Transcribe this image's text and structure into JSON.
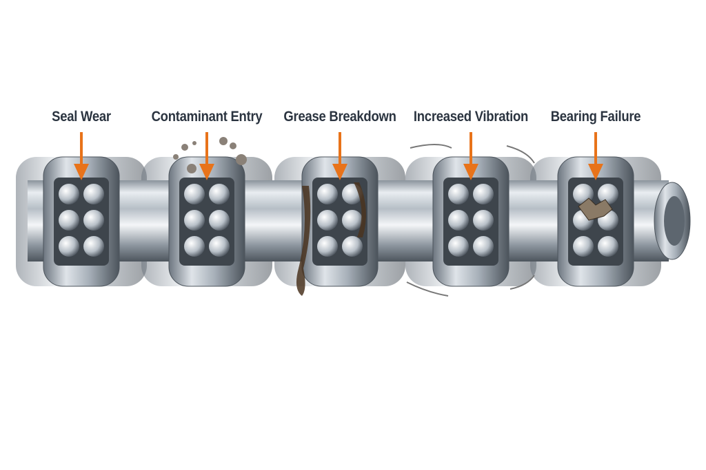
{
  "stages": [
    {
      "label": "Seal Wear",
      "icon": "worn-seal-icon"
    },
    {
      "label": "Contaminant Entry",
      "icon": "contaminant-particles-icon"
    },
    {
      "label": "Grease Breakdown",
      "icon": "grease-drip-icon"
    },
    {
      "label": "Increased Vibration",
      "icon": "vibration-lines-icon"
    },
    {
      "label": "Bearing Failure",
      "icon": "damaged-bearing-icon"
    }
  ],
  "colors": {
    "arrow": "#e8731a",
    "text": "#2b3440",
    "steel_light": "#eef1f4",
    "steel_dark": "#5a636d",
    "grease": "#4a3420"
  }
}
